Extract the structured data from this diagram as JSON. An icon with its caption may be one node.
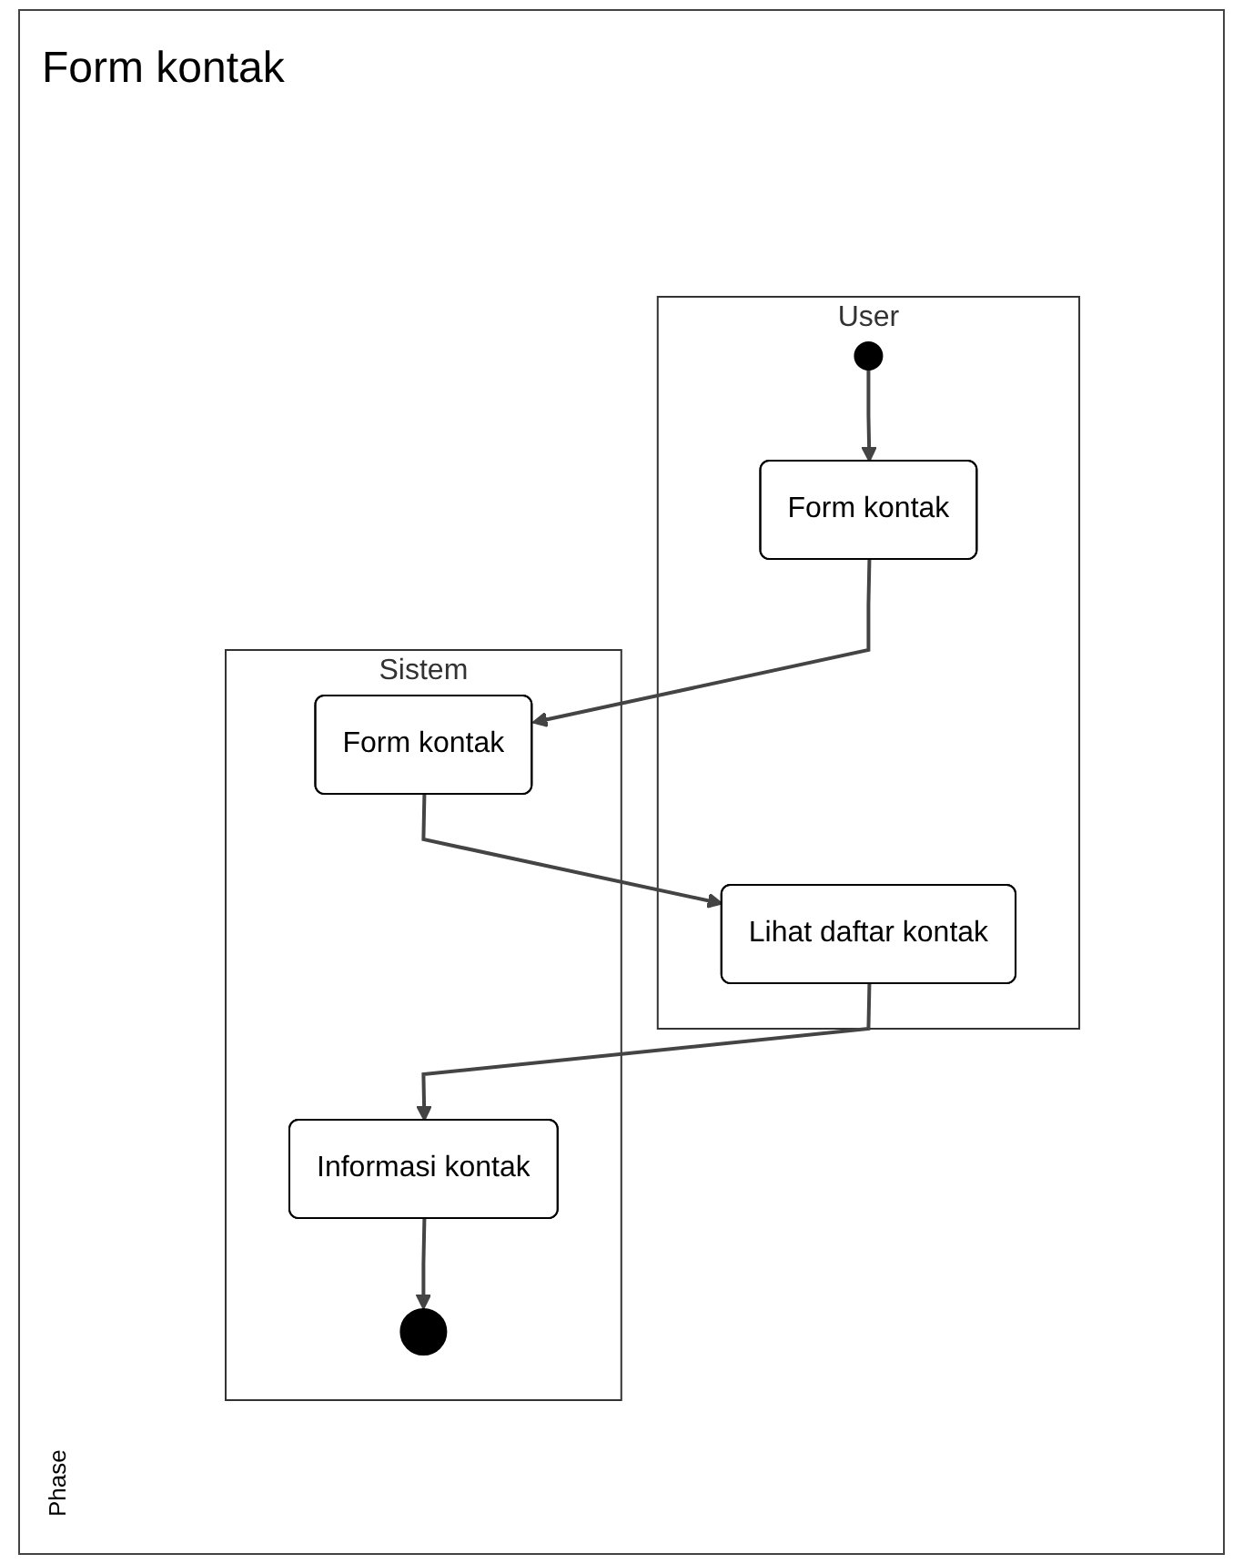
{
  "diagram": {
    "title": "Form kontak",
    "nodes": [
      {
        "text": [
          "User"
        ]
      },
      {
        "text": [
          "Sistem"
        ]
      },
      {
        "text": [],
        "shape": "circle",
        "in": 0
      },
      {
        "text": [
          "Form kontak"
        ],
        "in": 0
      },
      {
        "text": [
          "Form kontak"
        ],
        "in": 1
      },
      {
        "text": [
          "Lihat daftar kontak"
        ],
        "in": 0
      },
      {
        "text": [
          "Informasi kontak"
        ],
        "in": 1
      },
      {
        "text": [],
        "shape": "bullseye",
        "in": 1
      }
    ],
    "edges": [
      {
        "from": 2,
        "to": 3,
        "arrow": "to"
      },
      {
        "from": 3,
        "to": 4,
        "arrow": "to"
      },
      {
        "from": 4,
        "to": 5,
        "arrow": "to"
      },
      {
        "from": 5,
        "to": 6,
        "arrow": "to"
      },
      {
        "from": 6,
        "to": 7,
        "arrow": "to"
      }
    ],
    "labels": [
      "Phase"
    ]
  }
}
